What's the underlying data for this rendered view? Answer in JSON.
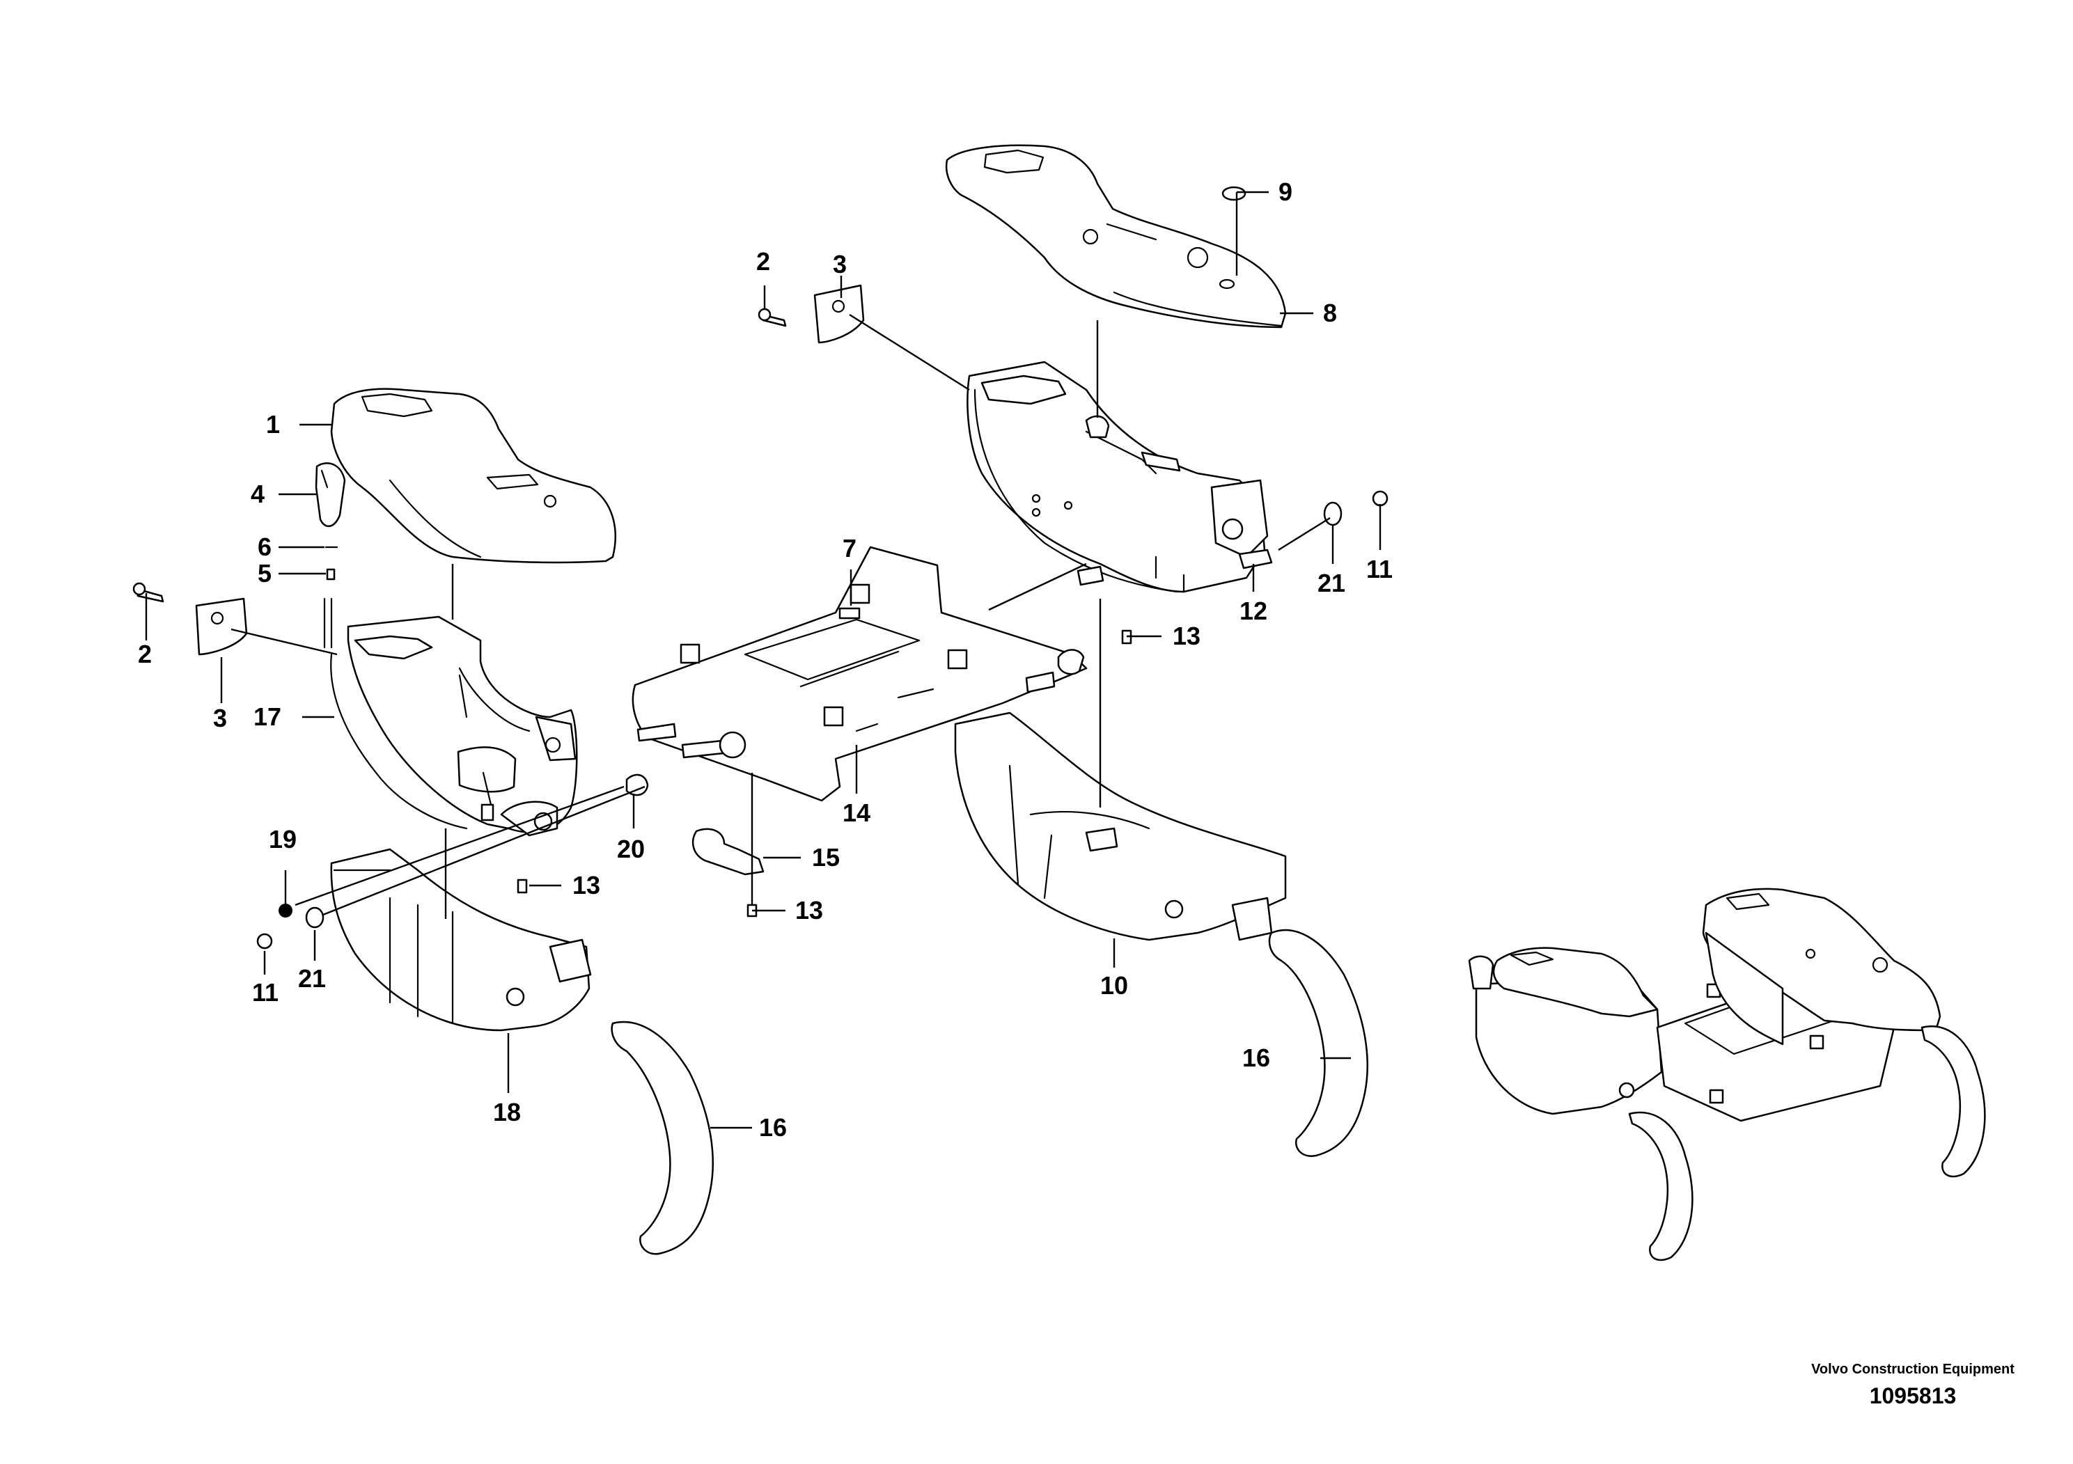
{
  "callouts": [
    {
      "id": "1",
      "label": "1"
    },
    {
      "id": "2a",
      "label": "2"
    },
    {
      "id": "2b",
      "label": "2"
    },
    {
      "id": "3a",
      "label": "3"
    },
    {
      "id": "3b",
      "label": "3"
    },
    {
      "id": "4",
      "label": "4"
    },
    {
      "id": "5",
      "label": "5"
    },
    {
      "id": "6",
      "label": "6"
    },
    {
      "id": "7",
      "label": "7"
    },
    {
      "id": "8",
      "label": "8"
    },
    {
      "id": "9",
      "label": "9"
    },
    {
      "id": "10",
      "label": "10"
    },
    {
      "id": "11a",
      "label": "11"
    },
    {
      "id": "11b",
      "label": "11"
    },
    {
      "id": "12",
      "label": "12"
    },
    {
      "id": "13a",
      "label": "13"
    },
    {
      "id": "13b",
      "label": "13"
    },
    {
      "id": "13c",
      "label": "13"
    },
    {
      "id": "14",
      "label": "14"
    },
    {
      "id": "15",
      "label": "15"
    },
    {
      "id": "16a",
      "label": "16"
    },
    {
      "id": "16b",
      "label": "16"
    },
    {
      "id": "17",
      "label": "17"
    },
    {
      "id": "18",
      "label": "18"
    },
    {
      "id": "19",
      "label": "19"
    },
    {
      "id": "20",
      "label": "20"
    },
    {
      "id": "21a",
      "label": "21"
    },
    {
      "id": "21b",
      "label": "21"
    }
  ],
  "footer": {
    "company": "Volvo Construction Equipment",
    "figure_number": "1095813"
  }
}
